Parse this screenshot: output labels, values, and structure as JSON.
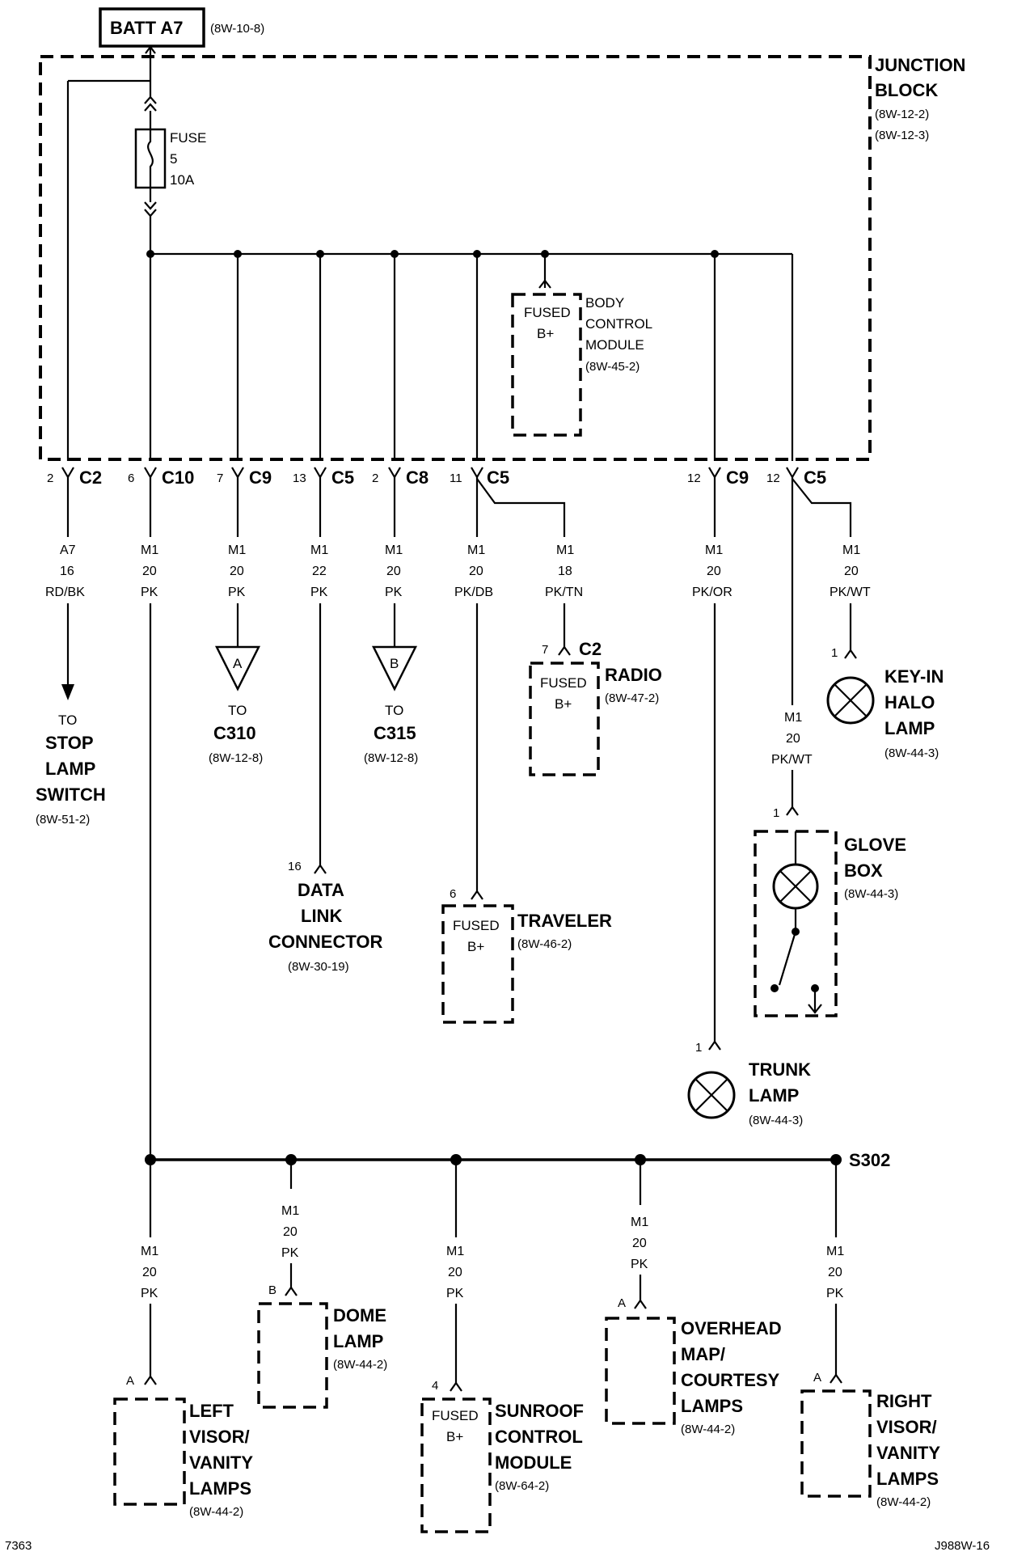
{
  "batt": {
    "label": "BATT A7",
    "ref": "(8W-10-8)"
  },
  "junction_block": {
    "title_1": "JUNCTION",
    "title_2": "BLOCK",
    "ref_1": "(8W-12-2)",
    "ref_2": "(8W-12-3)"
  },
  "fuse": {
    "label": "FUSE",
    "number": "5",
    "rating": "10A"
  },
  "bcm": {
    "fused_1": "FUSED",
    "fused_2": "B+",
    "name_1": "BODY",
    "name_2": "CONTROL",
    "name_3": "MODULE",
    "ref": "(8W-45-2)"
  },
  "connectors": [
    {
      "pin": "2",
      "name": "C2"
    },
    {
      "pin": "6",
      "name": "C10"
    },
    {
      "pin": "7",
      "name": "C9"
    },
    {
      "pin": "13",
      "name": "C5"
    },
    {
      "pin": "2",
      "name": "C8"
    },
    {
      "pin": "11",
      "name": "C5"
    },
    {
      "pin": "12",
      "name": "C9"
    },
    {
      "pin": "12",
      "name": "C5"
    }
  ],
  "wires": {
    "a7": [
      "A7",
      "16",
      "RD/BK"
    ],
    "c10": [
      "M1",
      "20",
      "PK"
    ],
    "c9": [
      "M1",
      "20",
      "PK"
    ],
    "c5_22": [
      "M1",
      "22",
      "PK"
    ],
    "c8": [
      "M1",
      "20",
      "PK"
    ],
    "pkdb": [
      "M1",
      "20",
      "PK/DB"
    ],
    "pktn": [
      "M1",
      "18",
      "PK/TN"
    ],
    "pkor": [
      "M1",
      "20",
      "PK/OR"
    ],
    "pkwt_glove": [
      "M1",
      "20",
      "PK/WT"
    ],
    "pkwt_key": [
      "M1",
      "20",
      "PK/WT"
    ],
    "left_visor": [
      "M1",
      "20",
      "PK"
    ],
    "dome": [
      "M1",
      "20",
      "PK"
    ],
    "sunroof": [
      "M1",
      "20",
      "PK"
    ],
    "overhead": [
      "M1",
      "20",
      "PK"
    ],
    "right_visor": [
      "M1",
      "20",
      "PK"
    ]
  },
  "stop_lamp": {
    "to": "TO",
    "l1": "STOP",
    "l2": "LAMP",
    "l3": "SWITCH",
    "ref": "(8W-51-2)"
  },
  "c310": {
    "letter": "A",
    "to": "TO",
    "name": "C310",
    "ref": "(8W-12-8)"
  },
  "c315": {
    "letter": "B",
    "to": "TO",
    "name": "C315",
    "ref": "(8W-12-8)"
  },
  "data_link": {
    "pin": "16",
    "l1": "DATA",
    "l2": "LINK",
    "l3": "CONNECTOR",
    "ref": "(8W-30-19)"
  },
  "radio": {
    "pin": "7",
    "conn": "C2",
    "fused_1": "FUSED",
    "fused_2": "B+",
    "name": "RADIO",
    "ref": "(8W-47-2)"
  },
  "traveler": {
    "pin": "6",
    "fused_1": "FUSED",
    "fused_2": "B+",
    "name": "TRAVELER",
    "ref": "(8W-46-2)"
  },
  "key_in": {
    "pin": "1",
    "l1": "KEY-IN",
    "l2": "HALO",
    "l3": "LAMP",
    "ref": "(8W-44-3)"
  },
  "glove_box": {
    "pin": "1",
    "l1": "GLOVE",
    "l2": "BOX",
    "ref": "(8W-44-3)"
  },
  "trunk": {
    "pin": "1",
    "l1": "TRUNK",
    "l2": "LAMP",
    "ref": "(8W-44-3)"
  },
  "splice": {
    "name": "S302"
  },
  "left_visor": {
    "pin": "A",
    "l1": "LEFT",
    "l2": "VISOR/",
    "l3": "VANITY",
    "l4": "LAMPS",
    "ref": "(8W-44-2)"
  },
  "dome": {
    "pin": "B",
    "l1": "DOME",
    "l2": "LAMP",
    "ref": "(8W-44-2)"
  },
  "sunroof": {
    "pin": "4",
    "fused_1": "FUSED",
    "fused_2": "B+",
    "l1": "SUNROOF",
    "l2": "CONTROL",
    "l3": "MODULE",
    "ref": "(8W-64-2)"
  },
  "overhead": {
    "pin": "A",
    "l1": "OVERHEAD",
    "l2": "MAP/",
    "l3": "COURTESY",
    "l4": "LAMPS",
    "ref": "(8W-44-2)"
  },
  "right_visor": {
    "pin": "A",
    "l1": "RIGHT",
    "l2": "VISOR/",
    "l3": "VANITY",
    "l4": "LAMPS",
    "ref": "(8W-44-2)"
  },
  "footer": {
    "left": "7363",
    "right": "J988W-16"
  }
}
